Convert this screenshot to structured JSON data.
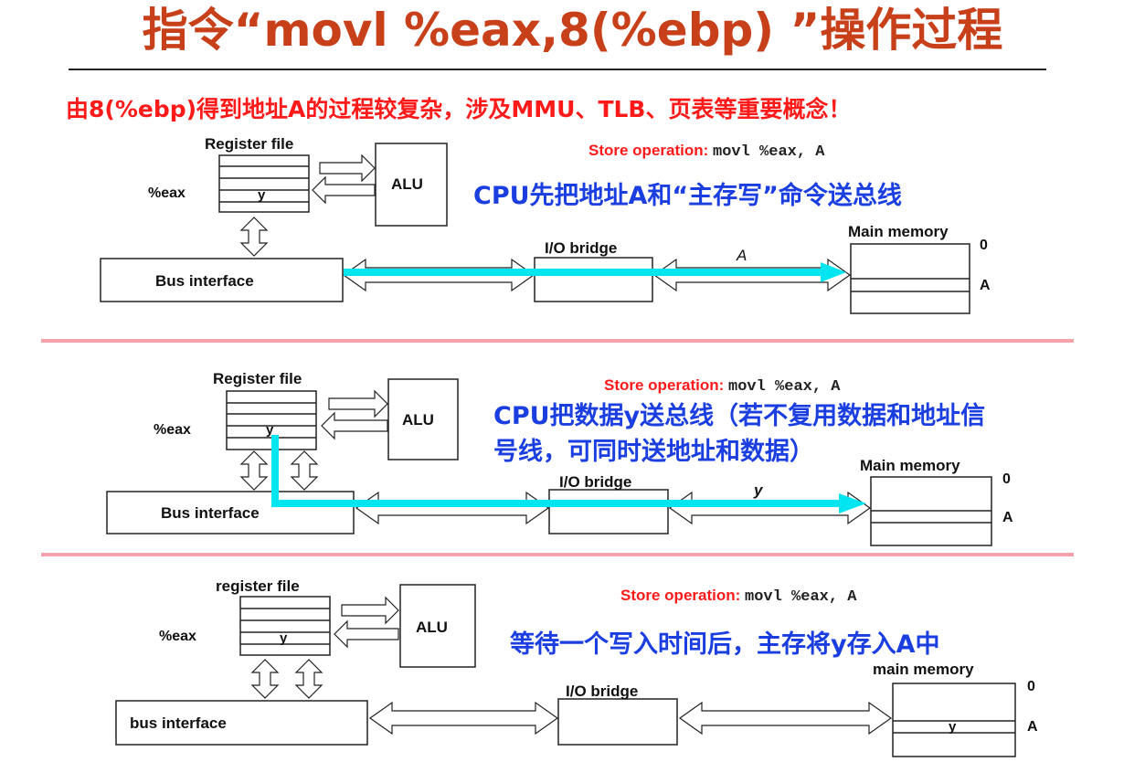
{
  "title": "指令“movl %eax,8(%ebp) ”操作过程",
  "subtitle": "由8(%ebp)得到地址A的过程较复杂，涉及MMU、TLB、页表等重要概念！",
  "store_prefix": "Store operation:",
  "store_code": "movl  %eax, A",
  "alu": "ALU",
  "io_bridge": "I/O bridge",
  "eax": "%eax",
  "reg_value": "y",
  "addr_zero": "0",
  "addr_a": "A",
  "panels": [
    {
      "register_file": "Register file",
      "bus_interface": "Bus interface",
      "main_memory": "Main memory",
      "bus_label": "A",
      "memory_value": "",
      "note": "CPU先把地址A和“主存写”命令送总线"
    },
    {
      "register_file": "Register file",
      "bus_interface": "Bus interface",
      "main_memory": "Main memory",
      "bus_label": "y",
      "memory_value": "",
      "note_line1": "CPU把数据y送总线（若不复用数据和地址信",
      "note_line2": "号线，可同时送地址和数据）"
    },
    {
      "register_file": "register file",
      "bus_interface": "bus interface",
      "main_memory": "main memory",
      "bus_label": "",
      "memory_value": "y",
      "note": "等待一个写入时间后，主存将y存入A中"
    }
  ],
  "colors": {
    "title": "#c8401a",
    "subtitle": "#ff1a1a",
    "note": "#1a3ee0",
    "signal_arrow": "#00e5f0",
    "separator": "#f4a3ab"
  }
}
